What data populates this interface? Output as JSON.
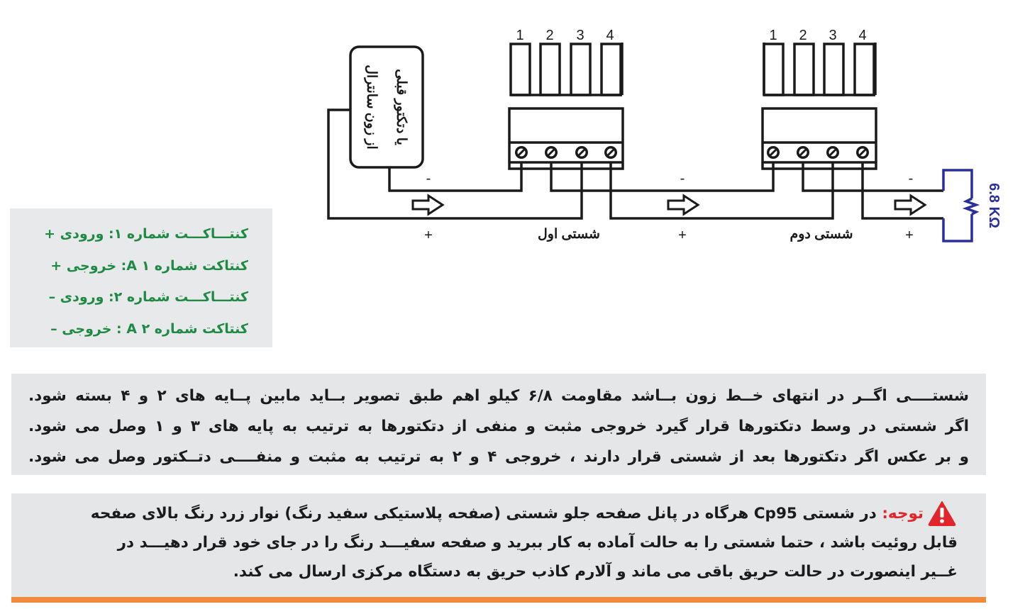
{
  "diagram": {
    "source_box": {
      "line1": "از زون سانترال",
      "line2": "یا دتکتور قبلی"
    },
    "terminal_numbers": [
      "1",
      "2",
      "3",
      "4"
    ],
    "base1_label": "شستی اول",
    "base2_label": "شستی دوم",
    "minus_sign": "-",
    "plus_sign": "+",
    "resistor_label": "6.8 KΩ",
    "colors": {
      "wire": "#1a1a1a",
      "resistor": "#2a2f9a"
    }
  },
  "legend": {
    "items": [
      "کنتـــاکـــت شماره ۱:  ورودی +",
      "کنتاکت شماره A ۱:  خروجی +",
      "کنتـــاکـــت شماره ۲:  ورودی  –",
      "کنتاکت شماره A ۲ : خروجی –"
    ],
    "color": "#1f8a44"
  },
  "info": {
    "lines": [
      "شستــــی اگــر در انتهای خــط زون بــاشد مقاومت ۶/۸ کیلو اهم طبق تصویر بــاید مابین پــایه های ۲ و ۴ بسته شود.",
      "اگر شستی در وسط دتکتورها قرار گیرد خروجی مثبت و منفی از دتکتورها به ترتیب به پایه های ۳ و ۱ وصل می شود.",
      "و بر عکس اگر دتکتورها بعد از شستی قرار دارند ، خروجی ۴ و ۲ به ترتیب به مثبت و منفــــی دتــکتور وصل می شود."
    ]
  },
  "note": {
    "label": "توجه:",
    "line1": "در شستی Cp95 هرگاه در پانل صفحه جلو شستی (صفحه پلاستیکی سفید رنگ) نوار زرد رنگ بالای صفحه",
    "line2": "قابل روئیت باشد ، حتما شستی را به حالت آماده به کار ببرید و صفحه سفیـــد رنگ را در جای خود قرار دهیـــد در",
    "line3": "غــیر اینصورت در حالت حریق باقی می ماند و آلارم کاذب حریق به دستگاه مرکزی ارسال می کند.",
    "warning_color": "#e0262a",
    "rule_color": "#f08a3c"
  }
}
